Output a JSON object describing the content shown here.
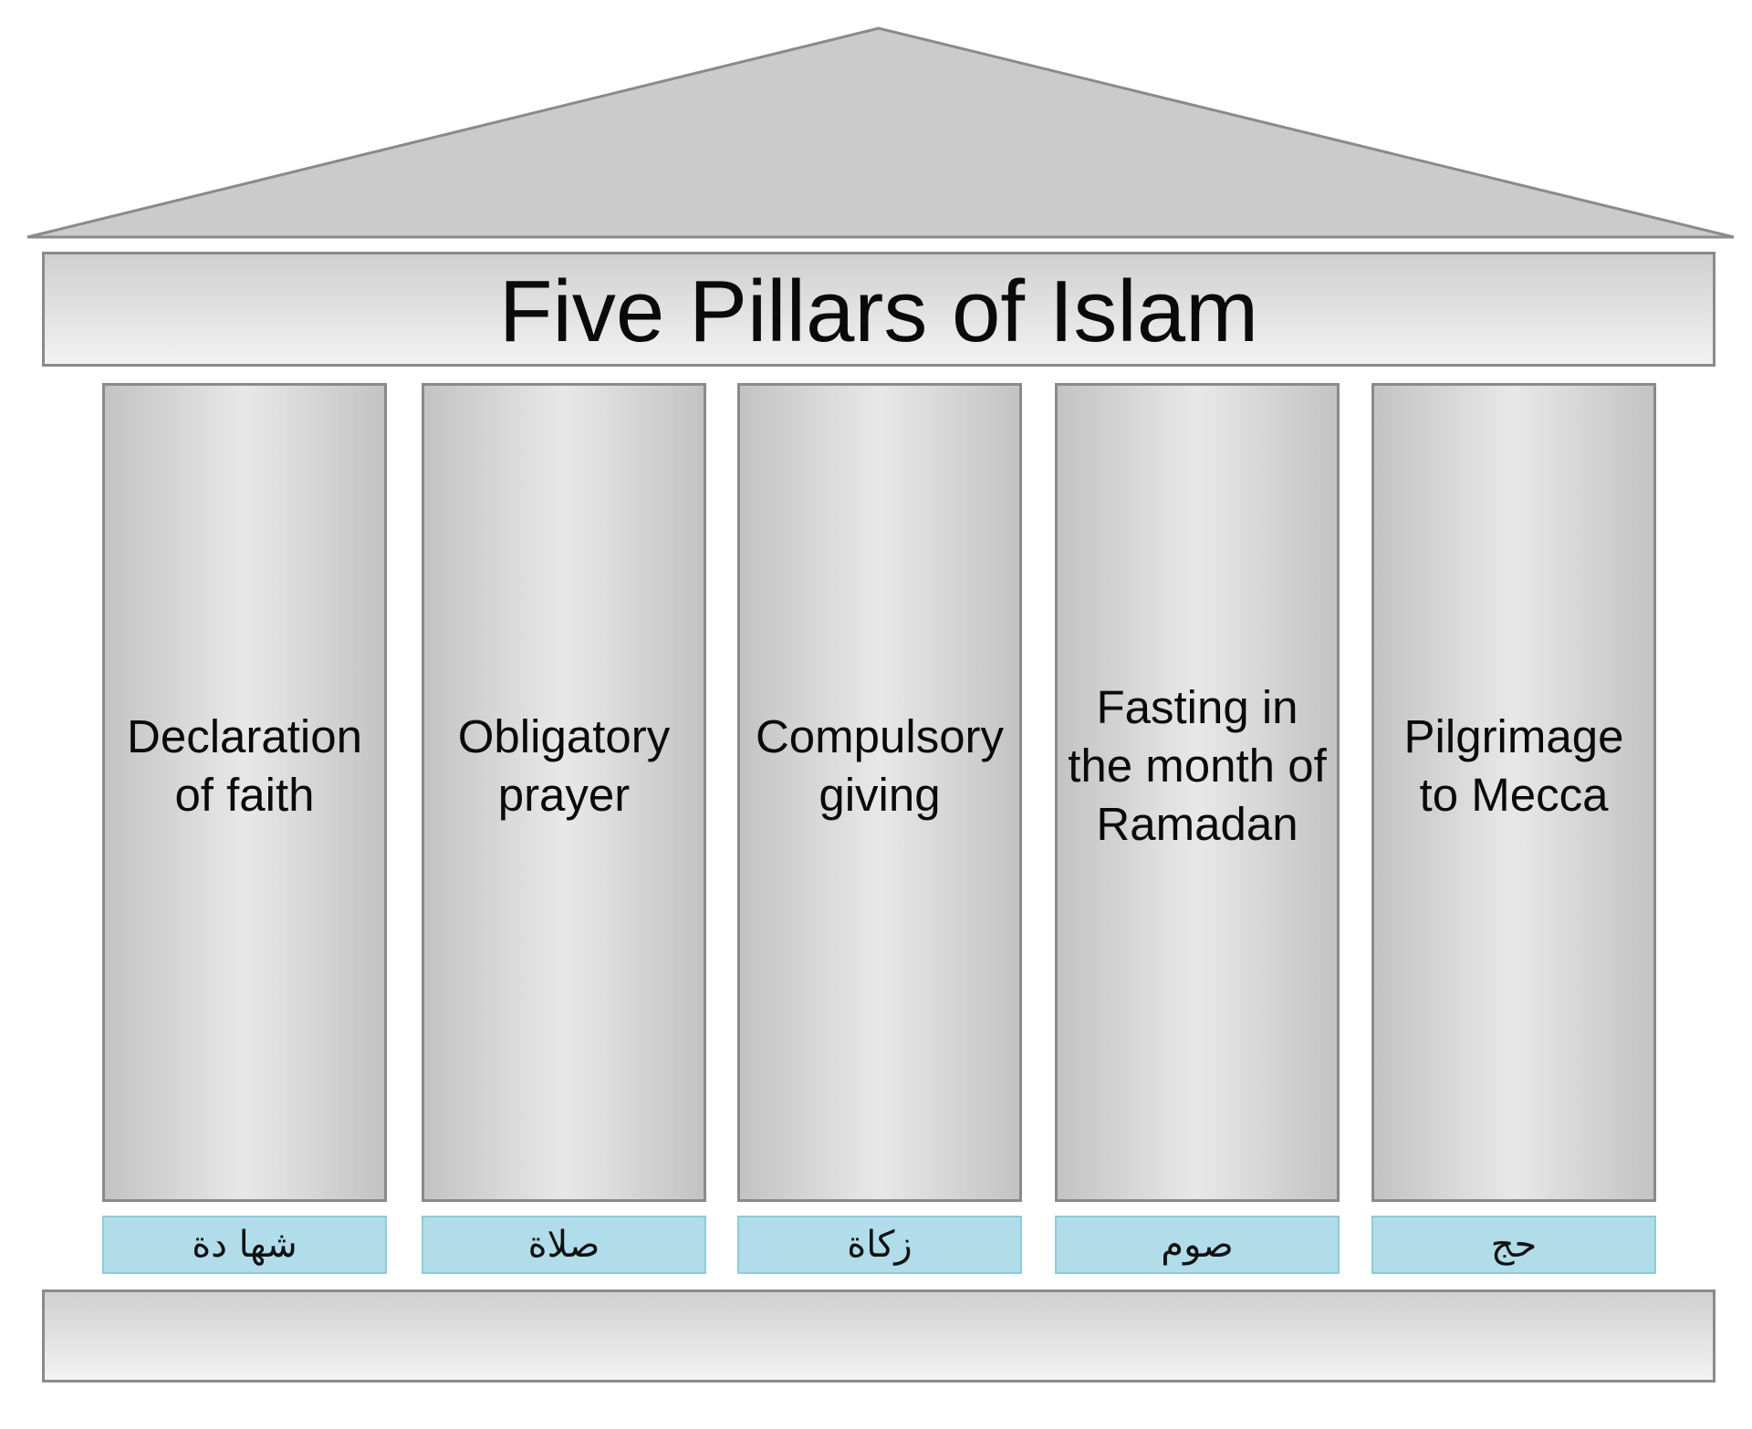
{
  "title": "Five Pillars of Islam",
  "colors": {
    "roof": "#cbcbcb",
    "stone_dark": "#c3c3c3",
    "stone_light": "#e8e8e8",
    "outline": "#8a8a8a",
    "base_tag": "#b0dde9"
  },
  "pillars": [
    {
      "label": "Declaration\nof faith",
      "arabic": "شها دة"
    },
    {
      "label": "Obligatory\nprayer",
      "arabic": "صلاة"
    },
    {
      "label": "Compulsory\ngiving",
      "arabic": "زكاة"
    },
    {
      "label": "Fasting in\nthe month of\nRamadan",
      "arabic": "صوم"
    },
    {
      "label": "Pilgrimage\nto Mecca",
      "arabic": "حج"
    }
  ]
}
